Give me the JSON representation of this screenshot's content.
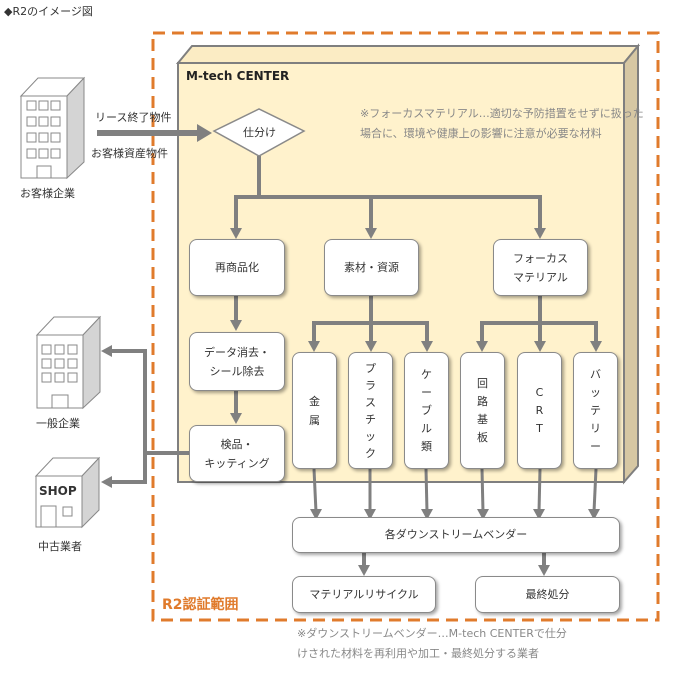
{
  "title": "◆R2のイメージ図",
  "scope_label": "R2認証範囲",
  "center": {
    "label": "M-tech CENTER",
    "note_line1": "※フォーカスマテリアル…適切な予防措置をせずに扱った",
    "note_line2": "場合に、環境や健康上の影響に注意が必要な材料"
  },
  "sources": {
    "client_label": "お客様企業",
    "arrow_label1": "リース終了物件",
    "arrow_label2": "お客様資産物件"
  },
  "destinations": {
    "general_label": "一般企業",
    "shop_sign": "SHOP",
    "shop_label": "中古業者"
  },
  "sort_node": "仕分け",
  "categories": {
    "remarket": "再商品化",
    "materials": "素材・資源",
    "focus_line1": "フォーカス",
    "focus_line2": "マテリアル"
  },
  "remarket_steps": {
    "data_erase_line1": "データ消去・",
    "data_erase_line2": "シール除去",
    "inspect_line1": "検品・",
    "inspect_line2": "キッティング"
  },
  "material_items": [
    {
      "chars": [
        "金",
        "属"
      ]
    },
    {
      "chars": [
        "プ",
        "ラ",
        "ス",
        "チ",
        "ッ",
        "ク"
      ]
    },
    {
      "chars": [
        "ケ",
        "ー",
        "ブ",
        "ル",
        "類"
      ]
    }
  ],
  "focus_items": [
    {
      "chars": [
        "回",
        "路",
        "基",
        "板"
      ]
    },
    {
      "chars": [
        "C",
        "R",
        "T"
      ]
    },
    {
      "chars": [
        "バ",
        "ッ",
        "テ",
        "リ",
        "ー"
      ]
    }
  ],
  "downstream": {
    "vendor": "各ダウンストリームベンダー",
    "recycle": "マテリアルリサイクル",
    "disposal": "最終処分",
    "note_line1": "※ダウンストリームベンダー…M-tech CENTERで仕分",
    "note_line2": "けされた材料を再利用や加工・最終処分する業者"
  },
  "colors": {
    "scope_border": "#e07b2c",
    "center_fill": "#fff2cc",
    "center_side": "#d6c7a3",
    "arrow": "#808080"
  }
}
